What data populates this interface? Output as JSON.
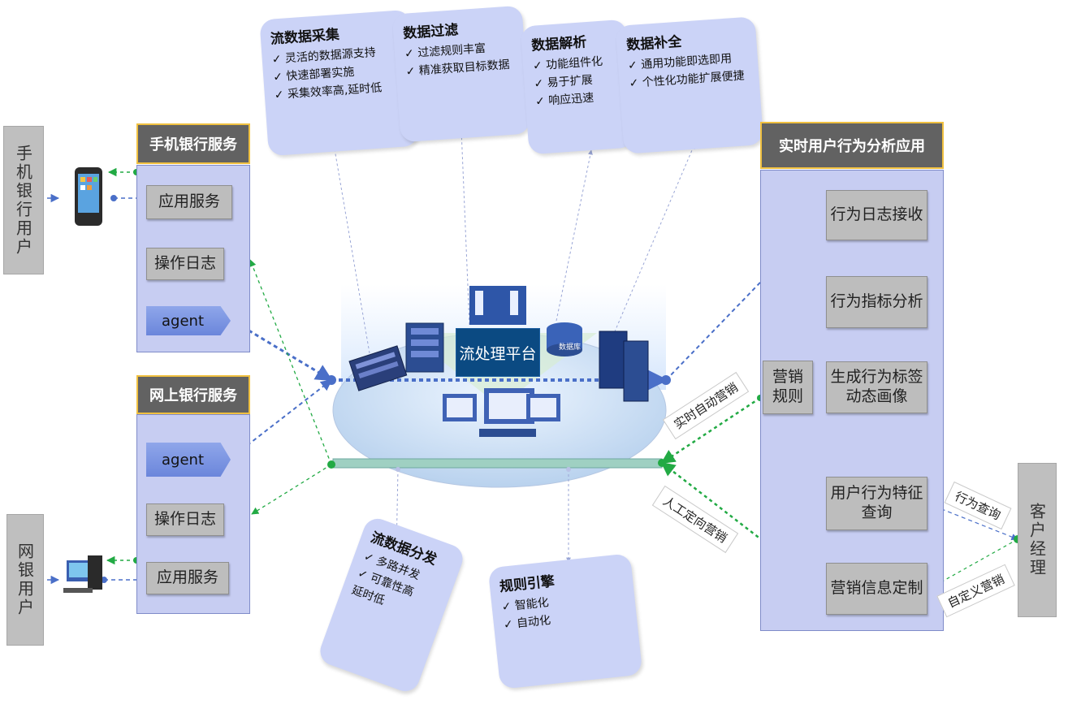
{
  "actors": {
    "mobile_user": "手机银行用户",
    "net_user": "网银用户",
    "manager": "客户经理"
  },
  "mobile_service": {
    "header": "手机银行服务",
    "app_service": "应用服务",
    "op_log": "操作日志",
    "agent": "agent"
  },
  "net_service": {
    "header": "网上银行服务",
    "agent": "agent",
    "op_log": "操作日志",
    "app_service": "应用服务"
  },
  "realtime_app": {
    "header": "实时用户行为分析应用",
    "behavior_log": "行为日志接收",
    "metric_analysis": "行为指标分析",
    "tag_profile": "生成行为标签\n动态画像",
    "feature_query": "用户行为特征\n查询",
    "marketing_custom": "营销信息定制",
    "marketing_rule": "营销\n规则"
  },
  "platform": {
    "label": "流处理平台",
    "db_tag": "数据库"
  },
  "cards": {
    "collect": {
      "title": "流数据采集",
      "items": [
        "✓ 灵活的数据源支持",
        "✓ 快速部署实施",
        "✓ 采集效率高,延时低"
      ]
    },
    "filter": {
      "title": "数据过滤",
      "items": [
        "✓ 过滤规则丰富",
        "✓ 精准获取目标数据"
      ]
    },
    "parse": {
      "title": "数据解析",
      "items": [
        "✓ 功能组件化",
        "✓ 易于扩展",
        "✓ 响应迅速"
      ]
    },
    "complete": {
      "title": "数据补全",
      "items": [
        "✓ 通用功能即选即用",
        "✓ 个性化功能扩展便捷"
      ]
    },
    "distribute": {
      "title": "流数据分发",
      "items": [
        "✓ 多路并发",
        "✓ 可靠性高",
        "延时低"
      ]
    },
    "rule_engine": {
      "title": "规则引擎",
      "items": [
        "✓ 智能化",
        "✓ 自动化"
      ]
    }
  },
  "labels": {
    "auto_marketing": "实时自动营销",
    "manual_marketing": "人工定向营销",
    "behavior_query": "行为查询",
    "custom_marketing": "自定义营销"
  },
  "colors": {
    "blue_flow": "#4a6fc8",
    "green_flow": "#22aa44",
    "panel": "#c7cdf2",
    "header": "#626262"
  }
}
